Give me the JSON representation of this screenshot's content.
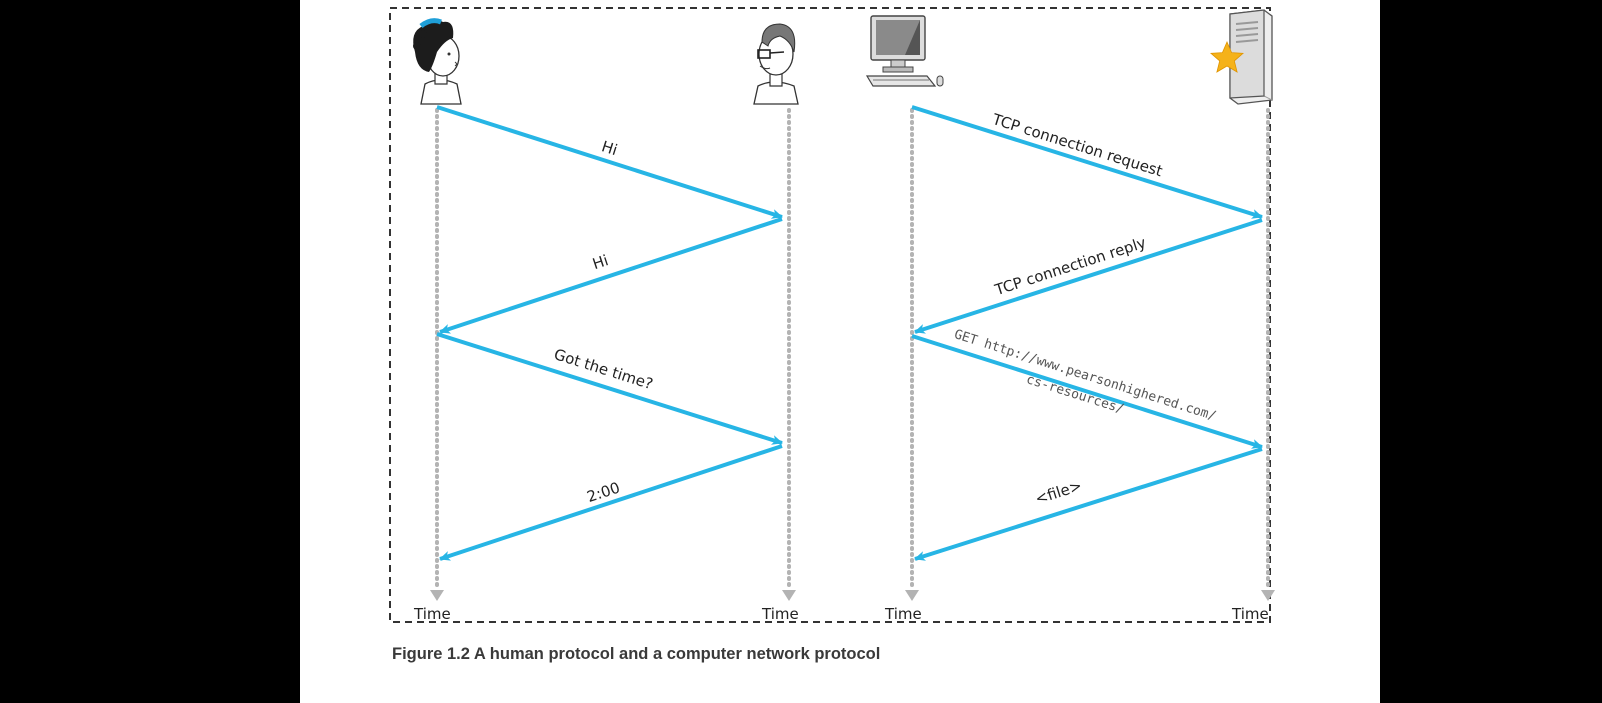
{
  "colors": {
    "arrow": "#27b5e5",
    "timeline": "#b3b3b3",
    "frame": "#333333",
    "star": "#f5b21a",
    "hair": "#1f9fd8"
  },
  "icons": {
    "woman": "woman-icon",
    "man": "man-icon",
    "computer": "computer-icon",
    "server": "server-icon",
    "star": "star-icon"
  },
  "human": {
    "messages": [
      "Hi",
      "Hi",
      "Got the time?",
      "2:00"
    ],
    "time_left": "Time",
    "time_right": "Time"
  },
  "network": {
    "messages": [
      "TCP connection request",
      "TCP connection reply",
      "<file>"
    ],
    "get_line1": "GET http://www.pearsonhighered.com/",
    "get_line2": "cs-resources/",
    "time_left": "Time",
    "time_right": "Time"
  },
  "caption": "Figure 1.2 A human protocol and a computer network protocol"
}
